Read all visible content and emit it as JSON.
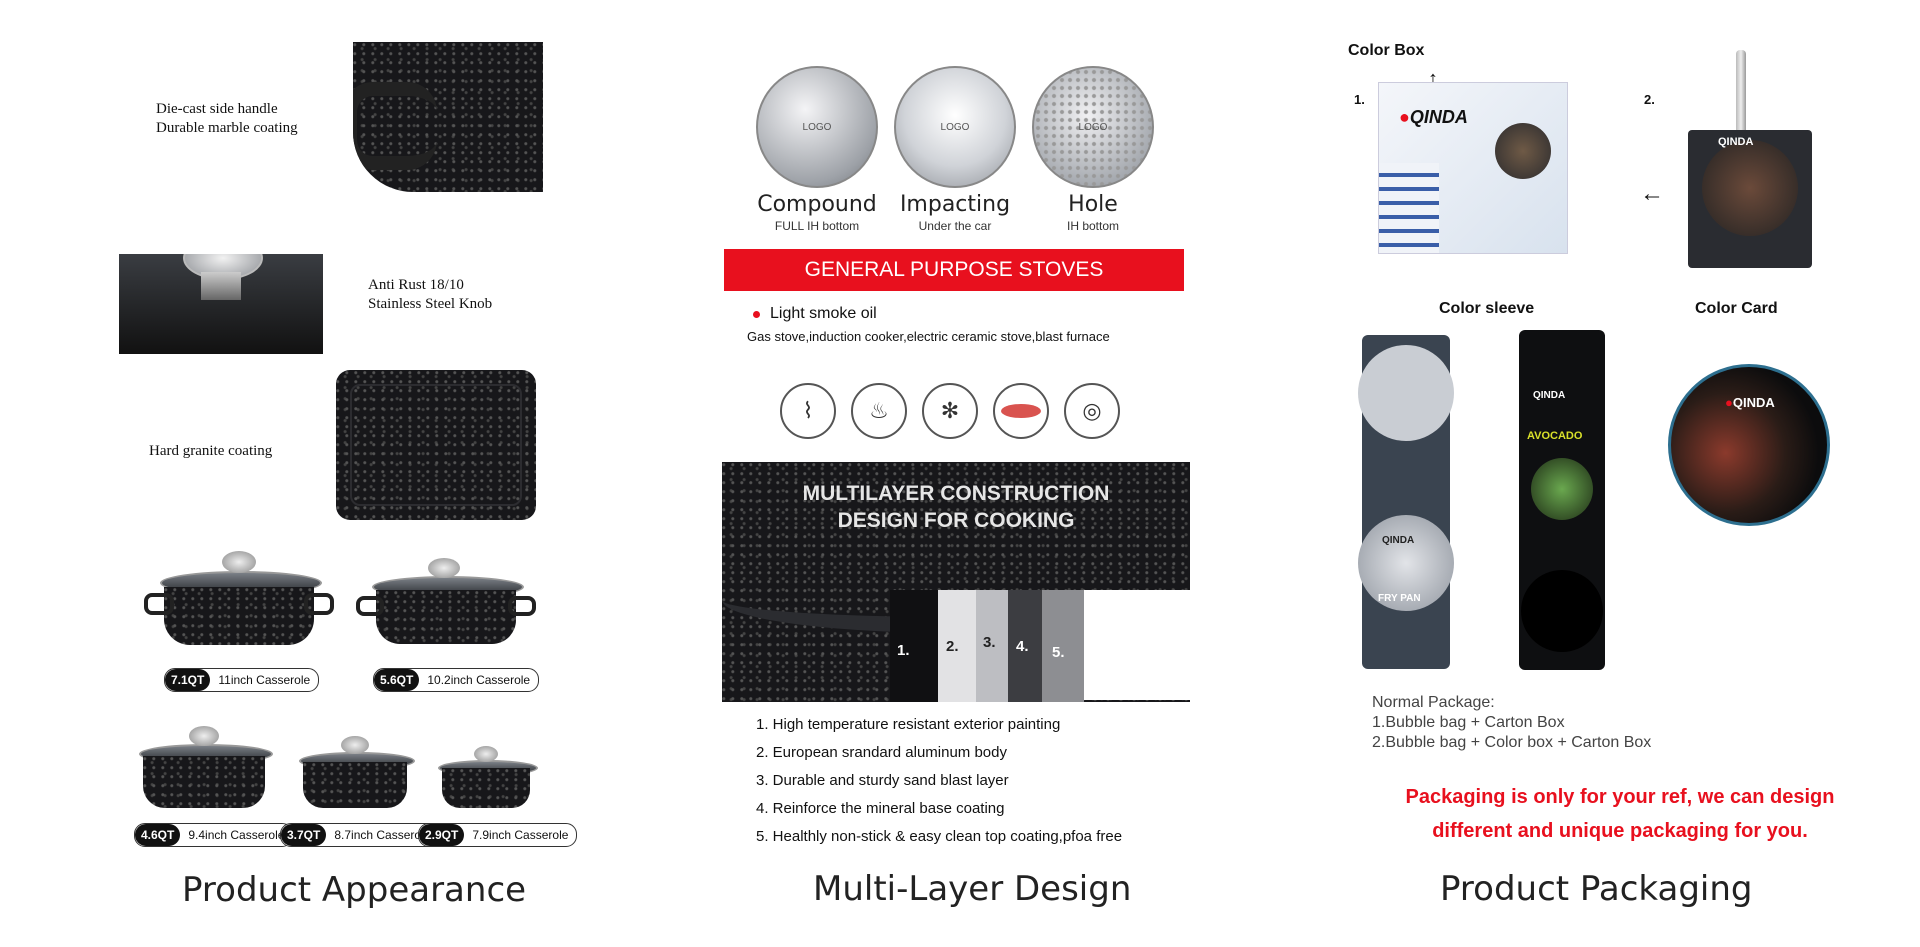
{
  "section1": {
    "caption": "Product Appearance",
    "features": [
      {
        "line1": "Die-cast  side handle",
        "line2": "Durable marble coating"
      },
      {
        "line1": "Anti Rust 18/10",
        "line2": "Stainless Steel Knob"
      },
      {
        "line1": "Hard granite coating",
        "line2": ""
      }
    ],
    "products_row1": [
      {
        "qt": "7.1QT",
        "name": "11inch Casserole"
      },
      {
        "qt": "5.6QT",
        "name": "10.2inch Casserole"
      }
    ],
    "products_row2": [
      {
        "qt": "4.6QT",
        "name": "9.4inch Casserole"
      },
      {
        "qt": "3.7QT",
        "name": "8.7inch Casserole"
      },
      {
        "qt": "2.9QT",
        "name": "7.9inch Casserole"
      }
    ]
  },
  "section2": {
    "caption": "Multi-Layer Design",
    "bottoms": [
      {
        "title": "Compound",
        "sub": "FULL IH bottom",
        "logo": "LOGO"
      },
      {
        "title": "Impacting",
        "sub": "Under the car",
        "logo": "LOGO"
      },
      {
        "title": "Hole",
        "sub": "IH bottom",
        "logo": "LOGO"
      }
    ],
    "banner": "GENERAL PURPOSE STOVES",
    "oil": "Light smoke oil",
    "stoves_text": "Gas stove,induction cooker,electric ceramic stove,blast furnace",
    "multilayer_line1": "MULTILAYER CONSTRUCTION",
    "multilayer_line2": "DESIGN FOR COOKING",
    "layer_numbers": [
      "1.",
      "2.",
      "3.",
      "4.",
      "5."
    ],
    "layers": [
      "1. High temperature resistant exterior painting",
      "2. European srandard aluminum body",
      "3. Durable and sturdy sand blast layer",
      "4. Reinforce the mineral base coating",
      "5. Healthly non-stick & easy clean top coating,pfoa free"
    ]
  },
  "section3": {
    "caption": "Product Packaging",
    "color_box": "Color Box",
    "color_sleeve": "Color sleeve",
    "color_card": "Color Card",
    "num1": "1.",
    "num2": "2.",
    "brand": "QINDA",
    "sleeve_label1": "FRY PAN",
    "sleeve_label2": "AVOCADO",
    "normal_title": "Normal Package:",
    "normal1": "1.Bubble bag + Carton Box",
    "normal2": "2.Bubble bag + Color box + Carton Box",
    "red_line1": "Packaging is only for your ref, we can design",
    "red_line2": "different and unique packaging for you.",
    "accent": "#e8101e"
  }
}
